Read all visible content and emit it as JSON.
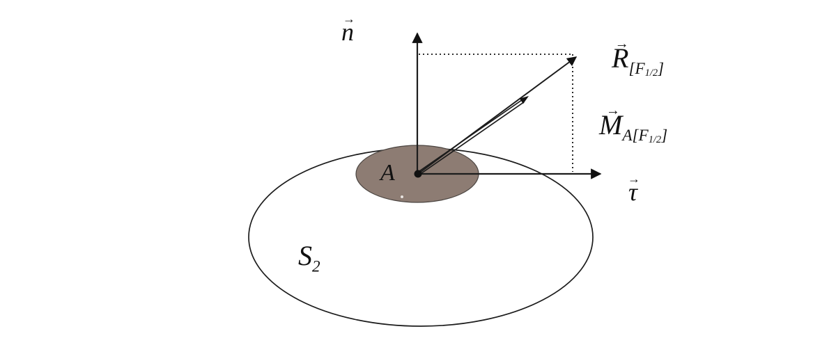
{
  "figure": {
    "background": "#ffffff",
    "vector_arrow_glyph": "→",
    "colors": {
      "stroke": "#1c1c1c",
      "dotted": "#111111",
      "contact_region_fill": "#8d7c73",
      "contact_region_stroke": "#4a4440"
    },
    "labels": {
      "normal_axis": {
        "base": "n"
      },
      "tangent_axis": {
        "base": "τ"
      },
      "resultant": {
        "base": "R",
        "sub_open": "[",
        "sub_letter": "F",
        "sub_frac": "1/2",
        "sub_close": "]"
      },
      "moment": {
        "base": "M",
        "sub_open": "A[",
        "sub_letter": "F",
        "sub_frac": "1/2",
        "sub_close": "]"
      },
      "point": "A",
      "surface": {
        "base": "S",
        "sub": "2"
      }
    }
  }
}
